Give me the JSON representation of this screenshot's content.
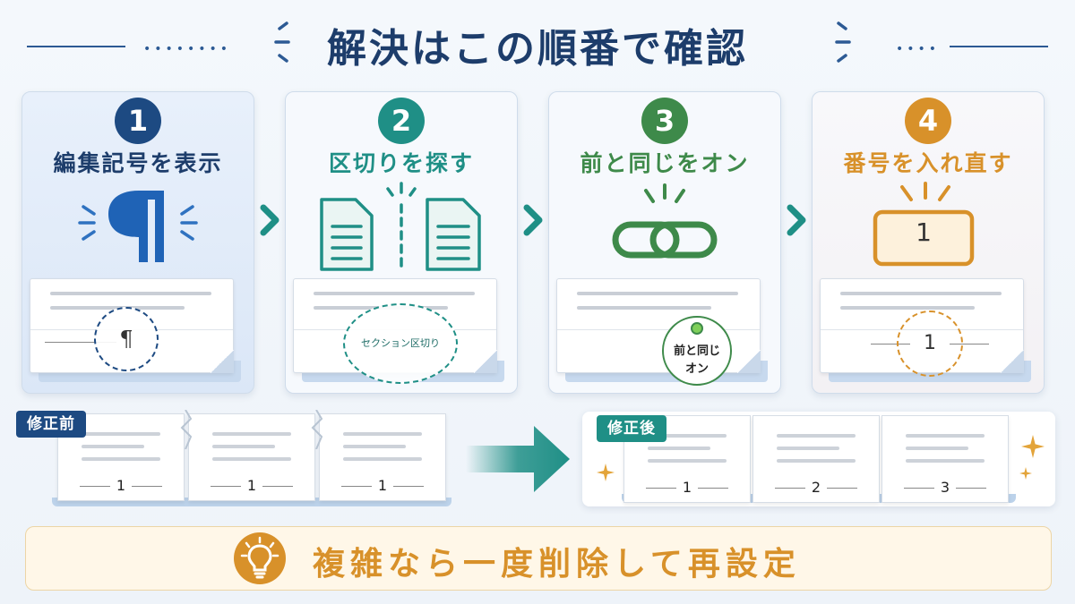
{
  "header": {
    "title": "解決はこの順番で確認"
  },
  "steps": [
    {
      "number": "1",
      "title": "編集記号を表示",
      "circle_text": "¶",
      "color": "#1d4a82",
      "icon": "pilcrow-icon"
    },
    {
      "number": "2",
      "title": "区切りを探す",
      "circle_text": "セクション区切り",
      "color": "#1f8f86",
      "icon": "document-split-icon"
    },
    {
      "number": "3",
      "title": "前と同じをオン",
      "circle_text_line1": "前と同じ",
      "circle_text_line2": "オン",
      "color": "#3e8a4a",
      "icon": "link-icon"
    },
    {
      "number": "4",
      "title": "番号を入れ直す",
      "box_number": "1",
      "circle_text": "1",
      "color": "#d8912a",
      "icon": "page-number-box-icon"
    }
  ],
  "before": {
    "label": "修正前",
    "label_color": "#1d4a82",
    "page_numbers": [
      "1",
      "1",
      "1"
    ]
  },
  "after": {
    "label": "修正後",
    "label_color": "#1f8f86",
    "page_numbers": [
      "1",
      "2",
      "3"
    ]
  },
  "footer": {
    "text": "複雑なら一度削除して再設定",
    "icon": "lightbulb-icon",
    "color": "#d8912a"
  }
}
